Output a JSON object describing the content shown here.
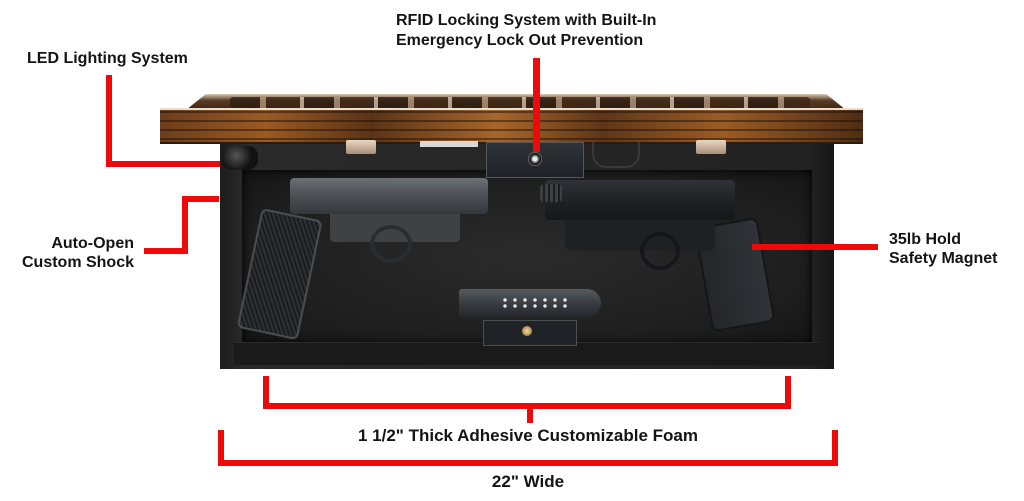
{
  "callouts": {
    "rfid": {
      "line1": "RFID Locking System with Built-In",
      "line2": "Emergency Lock Out Prevention"
    },
    "led": {
      "text": "LED Lighting System"
    },
    "shock": {
      "line1": "Auto-Open",
      "line2": "Custom Shock"
    },
    "magnet": {
      "line1": "35lb Hold",
      "line2": "Safety Magnet"
    },
    "foam": {
      "text": "1 1/2\" Thick Adhesive Customizable Foam"
    },
    "width": {
      "text": "22\" Wide"
    }
  },
  "colors": {
    "callout_line": "#ee0a0a",
    "label_text": "#141414",
    "wood": "#7a4520",
    "foam": "#222222"
  },
  "product": {
    "items_shown": [
      "1911-style pistol",
      "SIG-style pistol",
      "spare magazine",
      "magazine holder"
    ]
  }
}
